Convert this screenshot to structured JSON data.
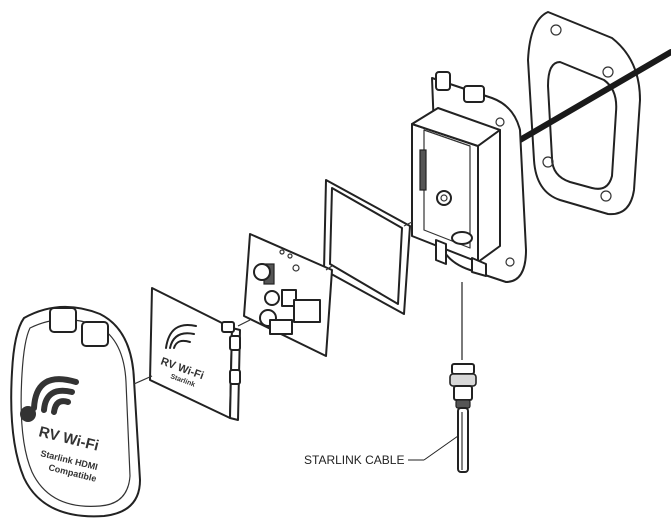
{
  "diagram": {
    "callout_label": "STARLINK CABLE",
    "cover_logo_line1": "RV Wi-Fi",
    "cover_logo_line2": "Starlink HDMI",
    "cover_logo_line3": "Compatible",
    "board_logo_line1": "RV Wi-Fi",
    "board_logo_line2": "Starlink"
  }
}
